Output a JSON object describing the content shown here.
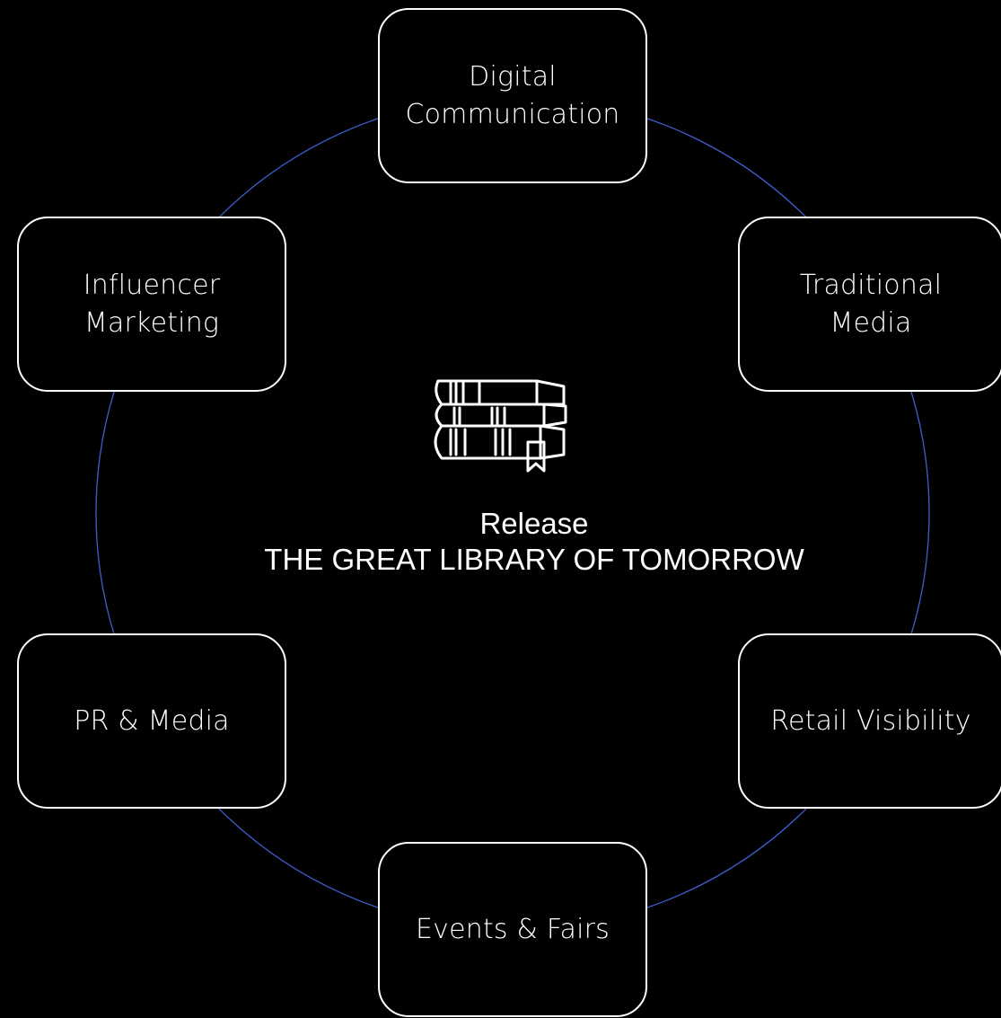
{
  "colors": {
    "background": "#000000",
    "ring": "#3f5fd0",
    "box_border": "#ffffff",
    "text": "#ffffff"
  },
  "center": {
    "icon": "books-stack-icon",
    "line1": "Release",
    "line2": "THE GREAT LIBRARY OF TOMORROW"
  },
  "channels": [
    {
      "label": "Digital\nCommunication"
    },
    {
      "label": "Traditional\nMedia"
    },
    {
      "label": "Retail Visibility"
    },
    {
      "label": "Events & Fairs"
    },
    {
      "label": "PR & Media"
    },
    {
      "label": "Influencer\nMarketing"
    }
  ]
}
